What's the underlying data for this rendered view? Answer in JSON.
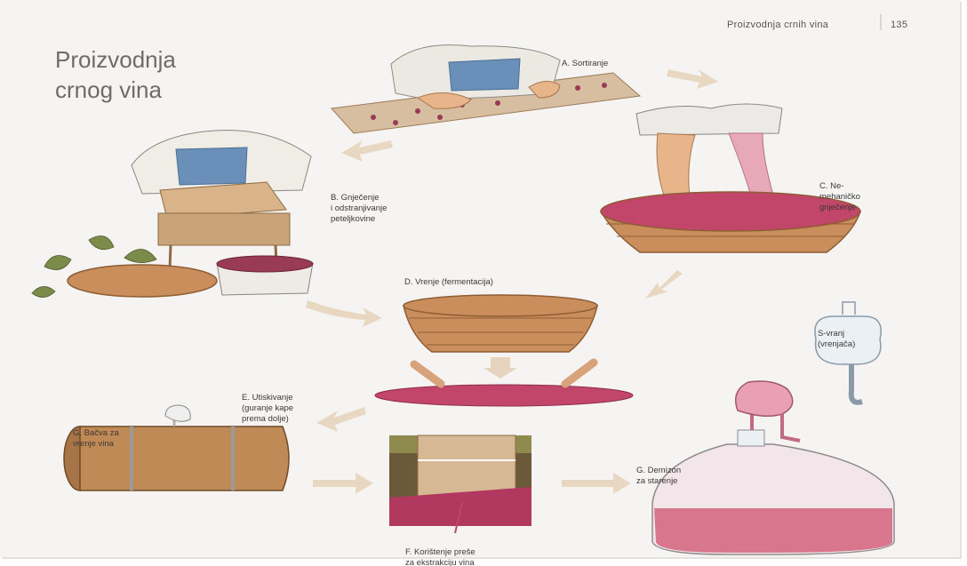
{
  "header": {
    "running_title": "Proizvodnja crnih vina",
    "page_number": "135"
  },
  "title_lines": [
    "Proizvodnja",
    "crnog vina"
  ],
  "steps": {
    "a": "A. Sortiranje",
    "b": [
      "B. Gnječenje",
      "i odstranjivanje",
      "peteljkovine"
    ],
    "c": [
      "C. Ne-",
      "mehaničko",
      "gnječenje"
    ],
    "d": "D. Vrenje (fermentacija)",
    "e": [
      "E. Utiskivanje",
      "(guranje kape",
      "prema dolje)"
    ],
    "f": [
      "F. Korištenje preše",
      "za ekstrakciju vina"
    ],
    "g_barrel": [
      "G. Bačva za",
      "vrenje vina"
    ],
    "airlock": [
      "S-vranj",
      "(vrenjača)"
    ],
    "g_demijohn": [
      "G. Demizon",
      "za starenje"
    ]
  },
  "colors": {
    "wine": "#c2456a",
    "wood": "#b98a5c",
    "arrow": "#e8d8c2",
    "paper": "#f6f4f2"
  }
}
